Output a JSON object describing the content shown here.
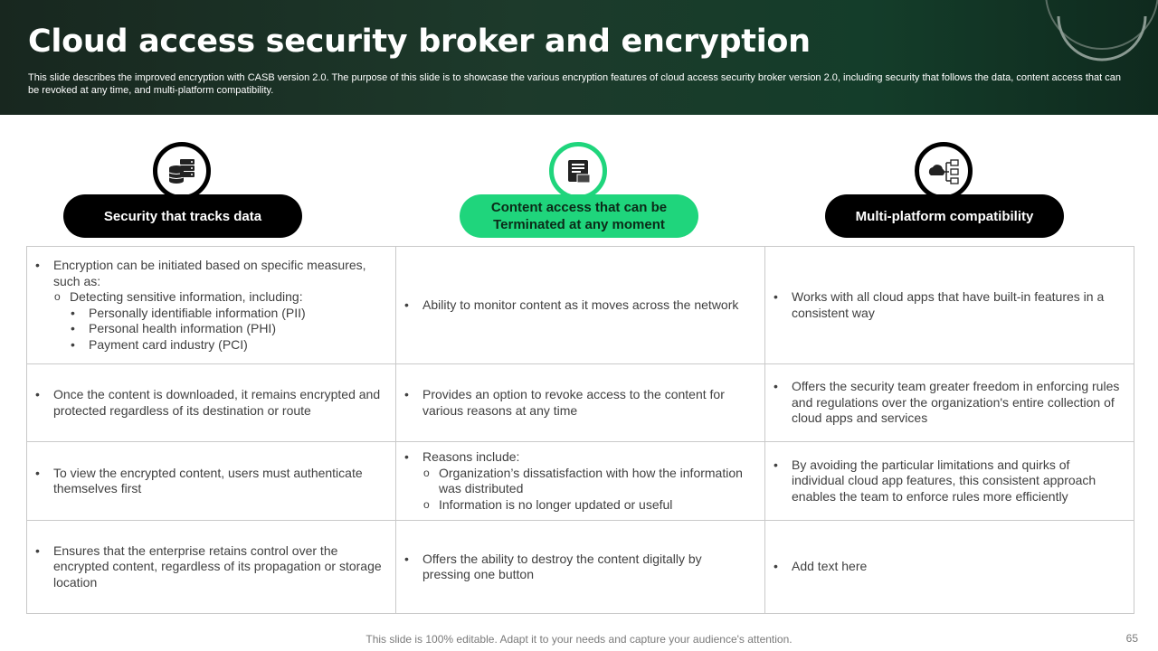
{
  "header": {
    "title": "Cloud access security broker and encryption",
    "subtitle": "This slide describes the improved encryption with CASB version 2.0. The purpose of this slide is to showcase the various encryption features of cloud access security broker version 2.0, including security that follows the data, content access that can be revoked at any time, and multi-platform compatibility."
  },
  "columns": [
    {
      "label": "Security that tracks data",
      "icon": "database-server-icon"
    },
    {
      "label": "Content access that can be Terminated at any moment",
      "icon": "document-box-icon"
    },
    {
      "label": "Multi-platform compatibility",
      "icon": "cloud-network-icon"
    }
  ],
  "rows": [
    [
      {
        "bullet": "Encryption can be initiated based on specific measures, such as:",
        "sub": "Detecting sensitive information, including:",
        "sub2": [
          "Personally identifiable information (PII)",
          "Personal health information (PHI)",
          "Payment card industry (PCI)"
        ]
      },
      {
        "bullet": "Ability to monitor content as it moves across the network"
      },
      {
        "bullet": "Works with all cloud apps that have built-in features in a consistent way"
      }
    ],
    [
      {
        "bullet": "Once the content is downloaded, it remains encrypted and protected regardless of its destination or route"
      },
      {
        "bullet": "Provides an option to revoke access to the content for various reasons at any time"
      },
      {
        "bullet": "Offers the security team greater freedom in enforcing rules and regulations over the organization's entire collection of cloud apps and services"
      }
    ],
    [
      {
        "bullet": "To view the encrypted content, users must authenticate themselves first"
      },
      {
        "bullet": "Reasons include:",
        "subs": [
          "Organization’s dissatisfaction with how the information was distributed",
          "Information is no longer updated or useful"
        ]
      },
      {
        "bullet": "By avoiding the particular limitations and quirks of individual cloud app features, this consistent approach enables the team to enforce rules more efficiently"
      }
    ],
    [
      {
        "bullet": "Ensures that the enterprise retains control over the encrypted content, regardless of its propagation or storage location"
      },
      {
        "bullet": "Offers the ability to destroy the content digitally by pressing one button"
      },
      {
        "bullet": "Add text here"
      }
    ]
  ],
  "footer": {
    "note": "This slide is 100% editable. Adapt it to your needs and capture your audience's attention.",
    "page": "65"
  },
  "colors": {
    "accent": "#1fd57c",
    "header_dark": "#18271f",
    "pill_dark": "#000000"
  }
}
